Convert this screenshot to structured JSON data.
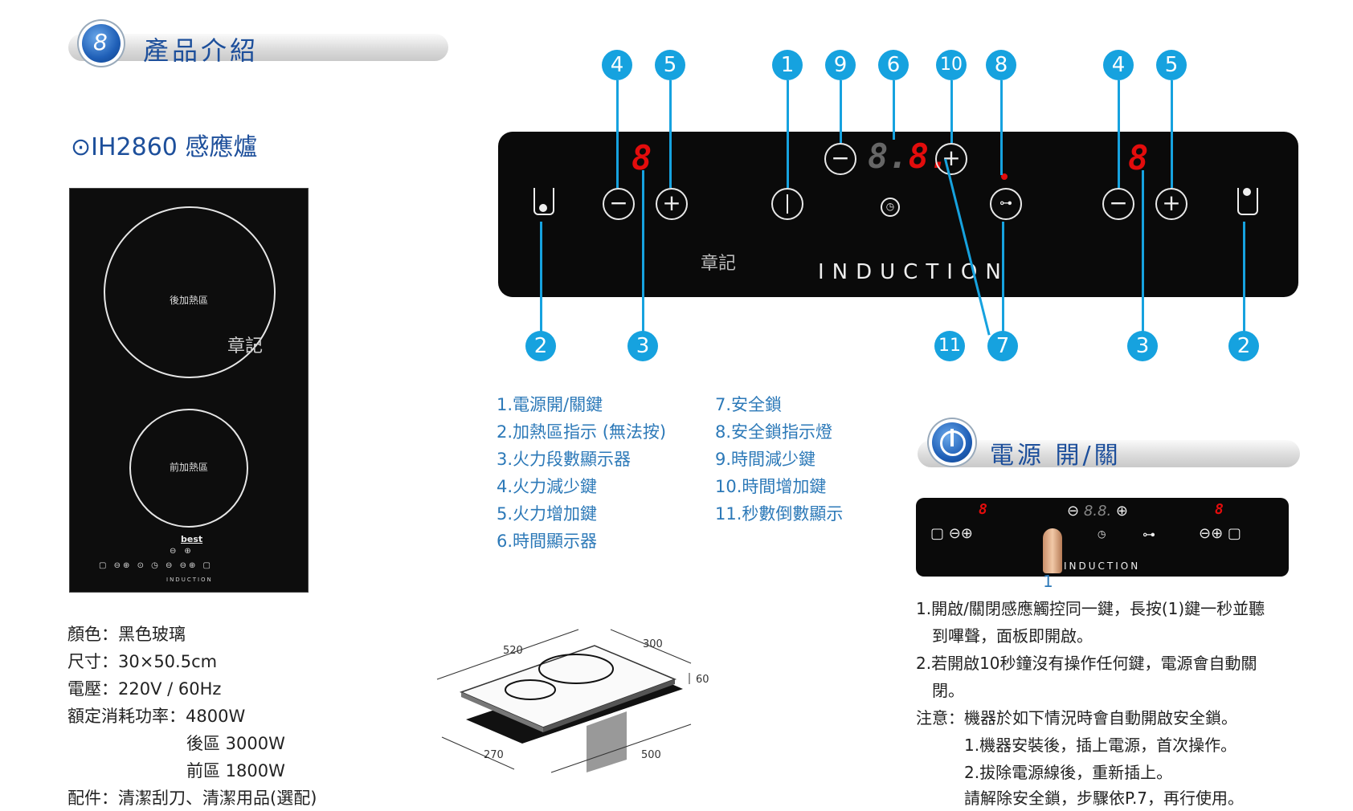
{
  "section_title": "產品介紹",
  "badge_glyph": "8",
  "model_title": "⊙IH2860 感應爐",
  "hob": {
    "rear_zone": "後加熱區",
    "front_zone": "前加熱區",
    "watermark": "章記",
    "brand": "best",
    "panel_text": "INDUCTION"
  },
  "specs": [
    "顏色：黑色玻璃",
    "尺寸：30×50.5cm",
    "電壓：220V / 60Hz",
    "額定消耗功率：4800W",
    "後區 3000W",
    "前區 1800W",
    "配件：清潔刮刀、清潔用品(選配)"
  ],
  "panel": {
    "label": "INDUCTION",
    "watermark": "章記",
    "minus": "−",
    "plus": "+",
    "digit": "8",
    "timer": "8.8."
  },
  "callouts_top": [
    "4",
    "5",
    "1",
    "9",
    "6",
    "10",
    "8",
    "4",
    "5"
  ],
  "callouts_bottom": [
    "2",
    "3",
    "11",
    "7",
    "3",
    "2"
  ],
  "legend_left": [
    "1.電源開/關鍵",
    "2.加熱區指示 (無法按)",
    "3.火力段數顯示器",
    "4.火力減少鍵",
    "5.火力增加鍵",
    "6.時間顯示器"
  ],
  "legend_right": [
    "7.安全鎖",
    "8.安全鎖指示燈",
    "9.時間減少鍵",
    "10.時間增加鍵",
    "11.秒數倒數顯示"
  ],
  "dimensions": {
    "w520": "520",
    "w300": "300",
    "h60": "60",
    "w270": "270",
    "w500": "500"
  },
  "power_section": {
    "title": "電源 開/關",
    "mini_label": "INDUCTION",
    "finger_number": "1",
    "notes": [
      "1.開啟/關閉感應觸控同一鍵，長按(1)鍵一秒並聽",
      "到嗶聲，面板即開啟。",
      "2.若開啟10秒鐘沒有操作任何鍵，電源會自動關",
      "閉。",
      "注意：機器於如下情況時會自動開啟安全鎖。",
      "1.機器安裝後，插上電源，首次操作。",
      "2.拔除電源線後，重新插上。",
      "請解除安全鎖，步驟依P.7，再行使用。"
    ]
  },
  "colors": {
    "accent": "#16a2df",
    "title_blue": "#1d4f9b",
    "legend_blue": "#2c79b8",
    "digit_red": "#e30c0c"
  }
}
